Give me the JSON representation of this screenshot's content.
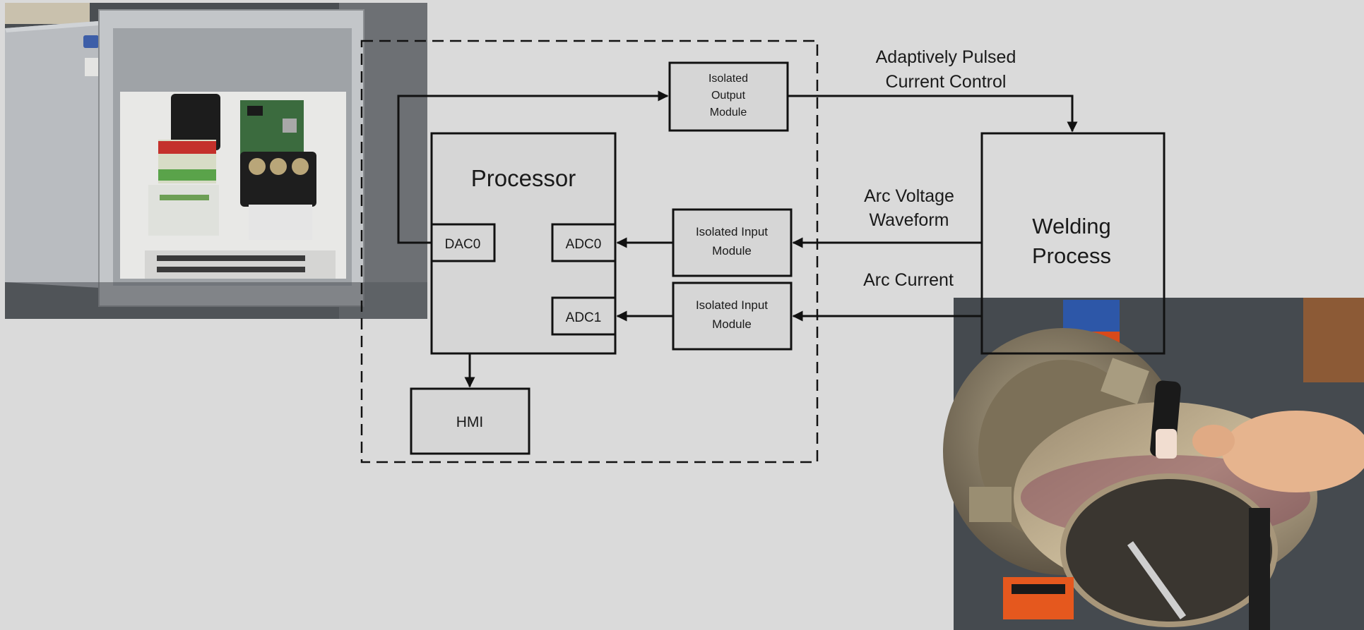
{
  "diagram": {
    "blocks": {
      "processor": "Processor",
      "dac": "DAC0",
      "adc0": "ADC0",
      "adc1": "ADC1",
      "hmi": "HMI",
      "output_module": [
        "Isolated",
        "Output",
        "Module"
      ],
      "input_module_voltage": [
        "Isolated Input",
        "Module"
      ],
      "input_module_current": [
        "Isolated Input",
        "Module"
      ],
      "welding_process": [
        "Welding",
        "Process"
      ]
    },
    "signals": {
      "current_control": [
        "Adaptively Pulsed",
        "Current Control"
      ],
      "arc_voltage": [
        "Arc Voltage",
        "Waveform"
      ],
      "arc_current": "Arc Current"
    }
  },
  "colors": {
    "background": "#dadada",
    "line": "#111111",
    "box_fill": "#d6d6d6"
  },
  "photos": {
    "left": "controller-enclosure-photo",
    "right": "pipe-weld-photo"
  }
}
